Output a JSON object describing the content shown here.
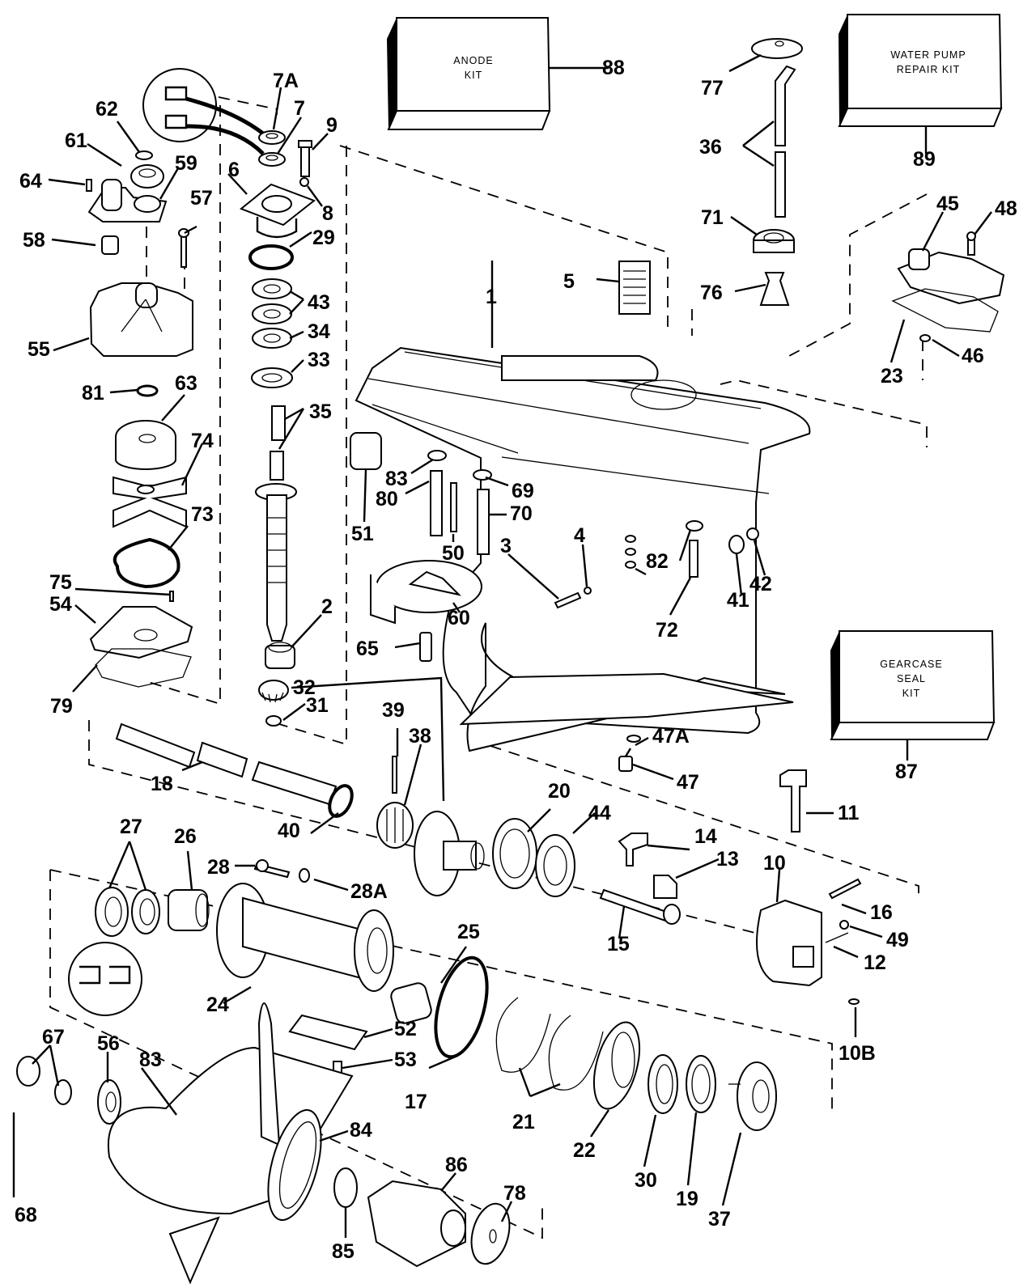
{
  "title": "Gearcase exploded parts diagram",
  "kits": {
    "anode": {
      "line1": "ANODE",
      "line2": "KIT",
      "part": "88"
    },
    "water_pump": {
      "line1": "WATER PUMP",
      "line2": "REPAIR KIT",
      "part": "89"
    },
    "gearcase_seal": {
      "line1": "GEARCASE",
      "line2": "SEAL",
      "line3": "KIT",
      "part": "87"
    }
  },
  "callouts": {
    "p1": "1",
    "p2": "2",
    "p3": "3",
    "p4": "4",
    "p5": "5",
    "p6": "6",
    "p7": "7",
    "p7a": "7A",
    "p8": "8",
    "p9": "9",
    "p10": "10",
    "p10b": "10B",
    "p11": "11",
    "p12": "12",
    "p13": "13",
    "p14": "14",
    "p15": "15",
    "p16": "16",
    "p17": "17",
    "p18": "18",
    "p19": "19",
    "p20": "20",
    "p21": "21",
    "p22": "22",
    "p23": "23",
    "p24": "24",
    "p25": "25",
    "p26": "26",
    "p27": "27",
    "p28": "28",
    "p28a": "28A",
    "p29": "29",
    "p30": "30",
    "p31": "31",
    "p32": "32",
    "p33": "33",
    "p34": "34",
    "p35": "35",
    "p36": "36",
    "p37": "37",
    "p38": "38",
    "p39": "39",
    "p40": "40",
    "p41": "41",
    "p42": "42",
    "p43": "43",
    "p44": "44",
    "p45": "45",
    "p46": "46",
    "p47": "47",
    "p47a": "47A",
    "p48": "48",
    "p49": "49",
    "p50": "50",
    "p51": "51",
    "p52": "52",
    "p53": "53",
    "p54": "54",
    "p55": "55",
    "p56": "56",
    "p57": "57",
    "p58": "58",
    "p59": "59",
    "p60": "60",
    "p61": "61",
    "p62": "62",
    "p63": "63",
    "p64": "64",
    "p65": "65",
    "p67": "67",
    "p68": "68",
    "p69": "69",
    "p70": "70",
    "p71": "71",
    "p72": "72",
    "p73": "73",
    "p74": "74",
    "p75": "75",
    "p76": "76",
    "p77": "77",
    "p78": "78",
    "p79": "79",
    "p80": "80",
    "p81": "81",
    "p82": "82",
    "p83a": "83",
    "p83b": "83",
    "p84": "84",
    "p85": "85",
    "p86": "86"
  }
}
